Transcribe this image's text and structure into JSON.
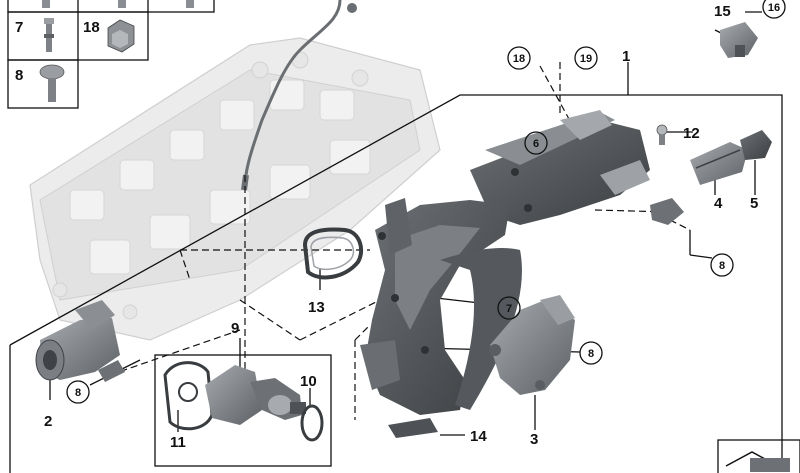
{
  "legend_grid": {
    "row1": [
      "7",
      "18"
    ],
    "row2": [
      "8"
    ]
  },
  "callouts": {
    "c1": "1",
    "c2": "2",
    "c3": "3",
    "c4": "4",
    "c5": "5",
    "c6": "6",
    "c7a": "7",
    "c8a": "8",
    "c8b": "8",
    "c8c": "8",
    "c9": "9",
    "c10": "10",
    "c11": "11",
    "c12": "12",
    "c13": "13",
    "c14": "14",
    "c15": "15",
    "c16": "16",
    "c18": "18",
    "c19": "19"
  },
  "colors": {
    "part_dark": "#4a4d50",
    "part_mid": "#7b7f83",
    "part_light": "#b9bcbf",
    "ghost_head": "#e3e3e3",
    "ghost_edge": "#c9c9c9"
  },
  "icons": {
    "bottom_right": "document-icon"
  }
}
